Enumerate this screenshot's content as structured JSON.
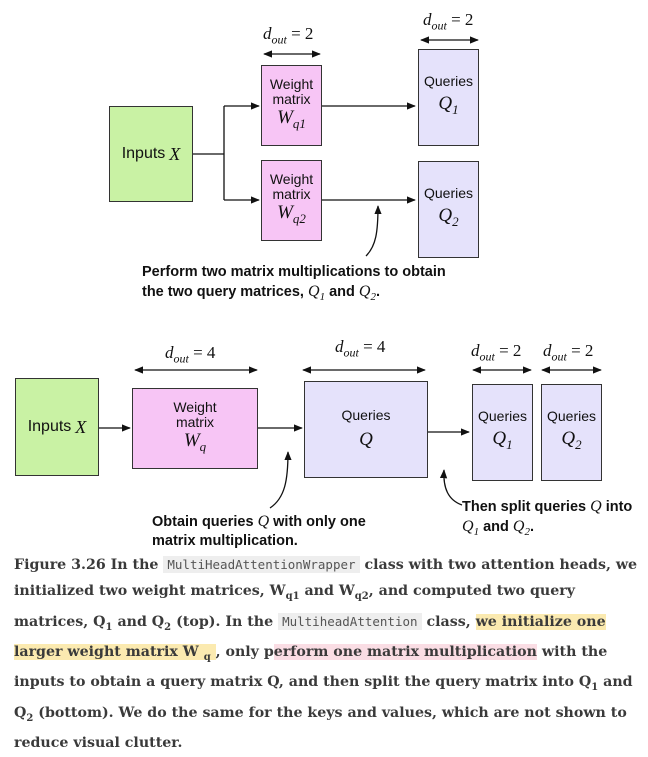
{
  "top": {
    "dim_left": {
      "sym": "d",
      "sub": "out",
      "eq": "= 2"
    },
    "dim_right": {
      "sym": "d",
      "sub": "out",
      "eq": "= 2"
    },
    "inputs": {
      "label": "Inputs",
      "sym": "X"
    },
    "w1": {
      "line1": "Weight",
      "line2": "matrix",
      "sym": "W",
      "sub": "q1"
    },
    "w2": {
      "line1": "Weight",
      "line2": "matrix",
      "sym": "W",
      "sub": "q2"
    },
    "q1": {
      "label": "Queries",
      "sym": "Q",
      "sub": "1"
    },
    "q2": {
      "label": "Queries",
      "sym": "Q",
      "sub": "2"
    },
    "note": {
      "line1": "Perform two matrix multiplications to obtain",
      "line2_a": "the two query matrices,",
      "q1": "Q",
      "q1_sub": "1",
      "and": "and",
      "q2": "Q",
      "q2_sub": "2",
      "end": "."
    }
  },
  "bottom": {
    "dim_w": {
      "sym": "d",
      "sub": "out",
      "eq": "= 4"
    },
    "dim_q": {
      "sym": "d",
      "sub": "out",
      "eq": "= 4"
    },
    "dim_q1": {
      "sym": "d",
      "sub": "out",
      "eq": "= 2"
    },
    "dim_q2": {
      "sym": "d",
      "sub": "out",
      "eq": "= 2"
    },
    "inputs": {
      "label": "Inputs",
      "sym": "X"
    },
    "w": {
      "line1": "Weight",
      "line2": "matrix",
      "sym": "W",
      "sub": "q"
    },
    "q": {
      "label": "Queries",
      "sym": "Q"
    },
    "q1": {
      "label": "Queries",
      "sym": "Q",
      "sub": "1"
    },
    "q2": {
      "label": "Queries",
      "sym": "Q",
      "sub": "2"
    },
    "note_left": {
      "l1_a": "Obtain queries",
      "q": "Q",
      "l1_b": "with only one",
      "line2": "matrix multiplication."
    },
    "note_right": {
      "l1_a": "Then split queries",
      "q": "Q",
      "l1_b": "into",
      "q1": "Q",
      "q1_sub": "1",
      "and": "and",
      "q2": "Q",
      "q2_sub": "2",
      "end": "."
    }
  },
  "caption": {
    "p1": "Figure 3.26 In the",
    "code1": "MultiHeadAttentionWrapper",
    "p2": "class with two attention heads, we initialized two weight matrices, W",
    "s1": "q1",
    "p3": "and W",
    "s2": "q2",
    "p4": ", and computed two query matrices, Q",
    "s3": "1",
    "p5": "and Q",
    "s4": "2",
    "p6": "(top). In the",
    "code2": "MultiheadAttention",
    "p7": "class,",
    "hl1": "we initialize one larger weight matrix W",
    "hl1_sub": "q",
    "p8": ", only p",
    "hl2": "erform one matrix multiplication",
    "p9": "with the inputs to obtain a query matrix Q, and then split the query matrix into Q",
    "s5": "1",
    "p10": "and Q",
    "s6": "2",
    "p11": "(bottom). We do the same for the keys and values, which are not shown to reduce visual clutter."
  }
}
